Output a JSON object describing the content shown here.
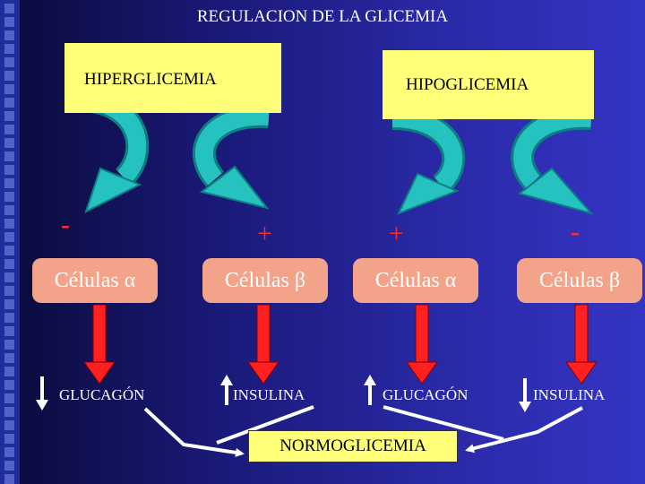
{
  "title": "REGULACION DE LA GLICEMIA",
  "boxes": {
    "hyper": "HIPERGLICEMIA",
    "hypo": "HIPOGLICEMIA",
    "normo": "NORMOGLICEMIA"
  },
  "cells": [
    {
      "label": "Células α",
      "sign": "-"
    },
    {
      "label": "Células β",
      "sign": "+"
    },
    {
      "label": "Células α",
      "sign": "+"
    },
    {
      "label": "Células β",
      "sign": "-"
    }
  ],
  "hormones": [
    {
      "label": "GLUCAGÓN",
      "direction": "down"
    },
    {
      "label": "INSULINA",
      "direction": "up"
    },
    {
      "label": "GLUCAGÓN",
      "direction": "up"
    },
    {
      "label": "INSULINA",
      "direction": "down"
    }
  ],
  "colors": {
    "box_fill": "#ffff7a",
    "cell_fill": "#f2a38a",
    "curved_arrow": "#1fb8b8",
    "red_arrow": "#ff2020",
    "sign_color": "#ff2a2a"
  }
}
